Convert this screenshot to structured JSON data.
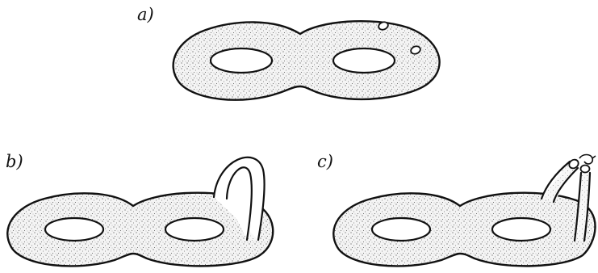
{
  "figure": {
    "panels": [
      {
        "id": "a",
        "label": "a)"
      },
      {
        "id": "b",
        "label": "b)"
      },
      {
        "id": "c",
        "label": "c)"
      }
    ]
  }
}
